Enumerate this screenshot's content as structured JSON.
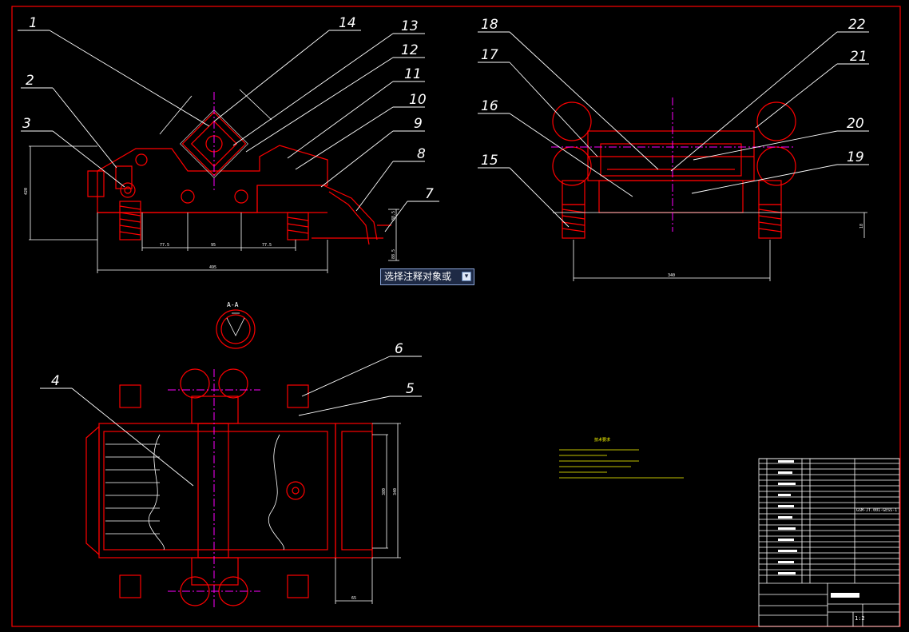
{
  "drawing": {
    "part_labels": [
      "1",
      "2",
      "3",
      "4",
      "5",
      "6",
      "7",
      "8",
      "9",
      "10",
      "11",
      "12",
      "13",
      "14",
      "15",
      "16",
      "17",
      "18",
      "19",
      "20",
      "21",
      "22"
    ],
    "section_label": "A-A",
    "dimensions": {
      "front_height": "420",
      "front_width": "495",
      "front_seg_a": "77.5",
      "front_seg_b": "95",
      "front_seg_c": "77.5",
      "front_right_a": "88.5",
      "front_right_b": "88.5",
      "side_width": "340",
      "side_height": "18",
      "plan_inner": "380",
      "plan_outer": "340",
      "plan_bottom": "65"
    },
    "technical_notes_title": "技术要求",
    "scale": "1:2",
    "title_block_code": "GSM-JT.001-GESS-1"
  },
  "tooltip": {
    "text": "选择注释对象或",
    "button_icon": "expand-icon"
  },
  "colors": {
    "background": "#000000",
    "outline": "#ff0000",
    "centerline": "#ff00ff",
    "annotation": "#ffffff",
    "notes": "#ffff00"
  }
}
